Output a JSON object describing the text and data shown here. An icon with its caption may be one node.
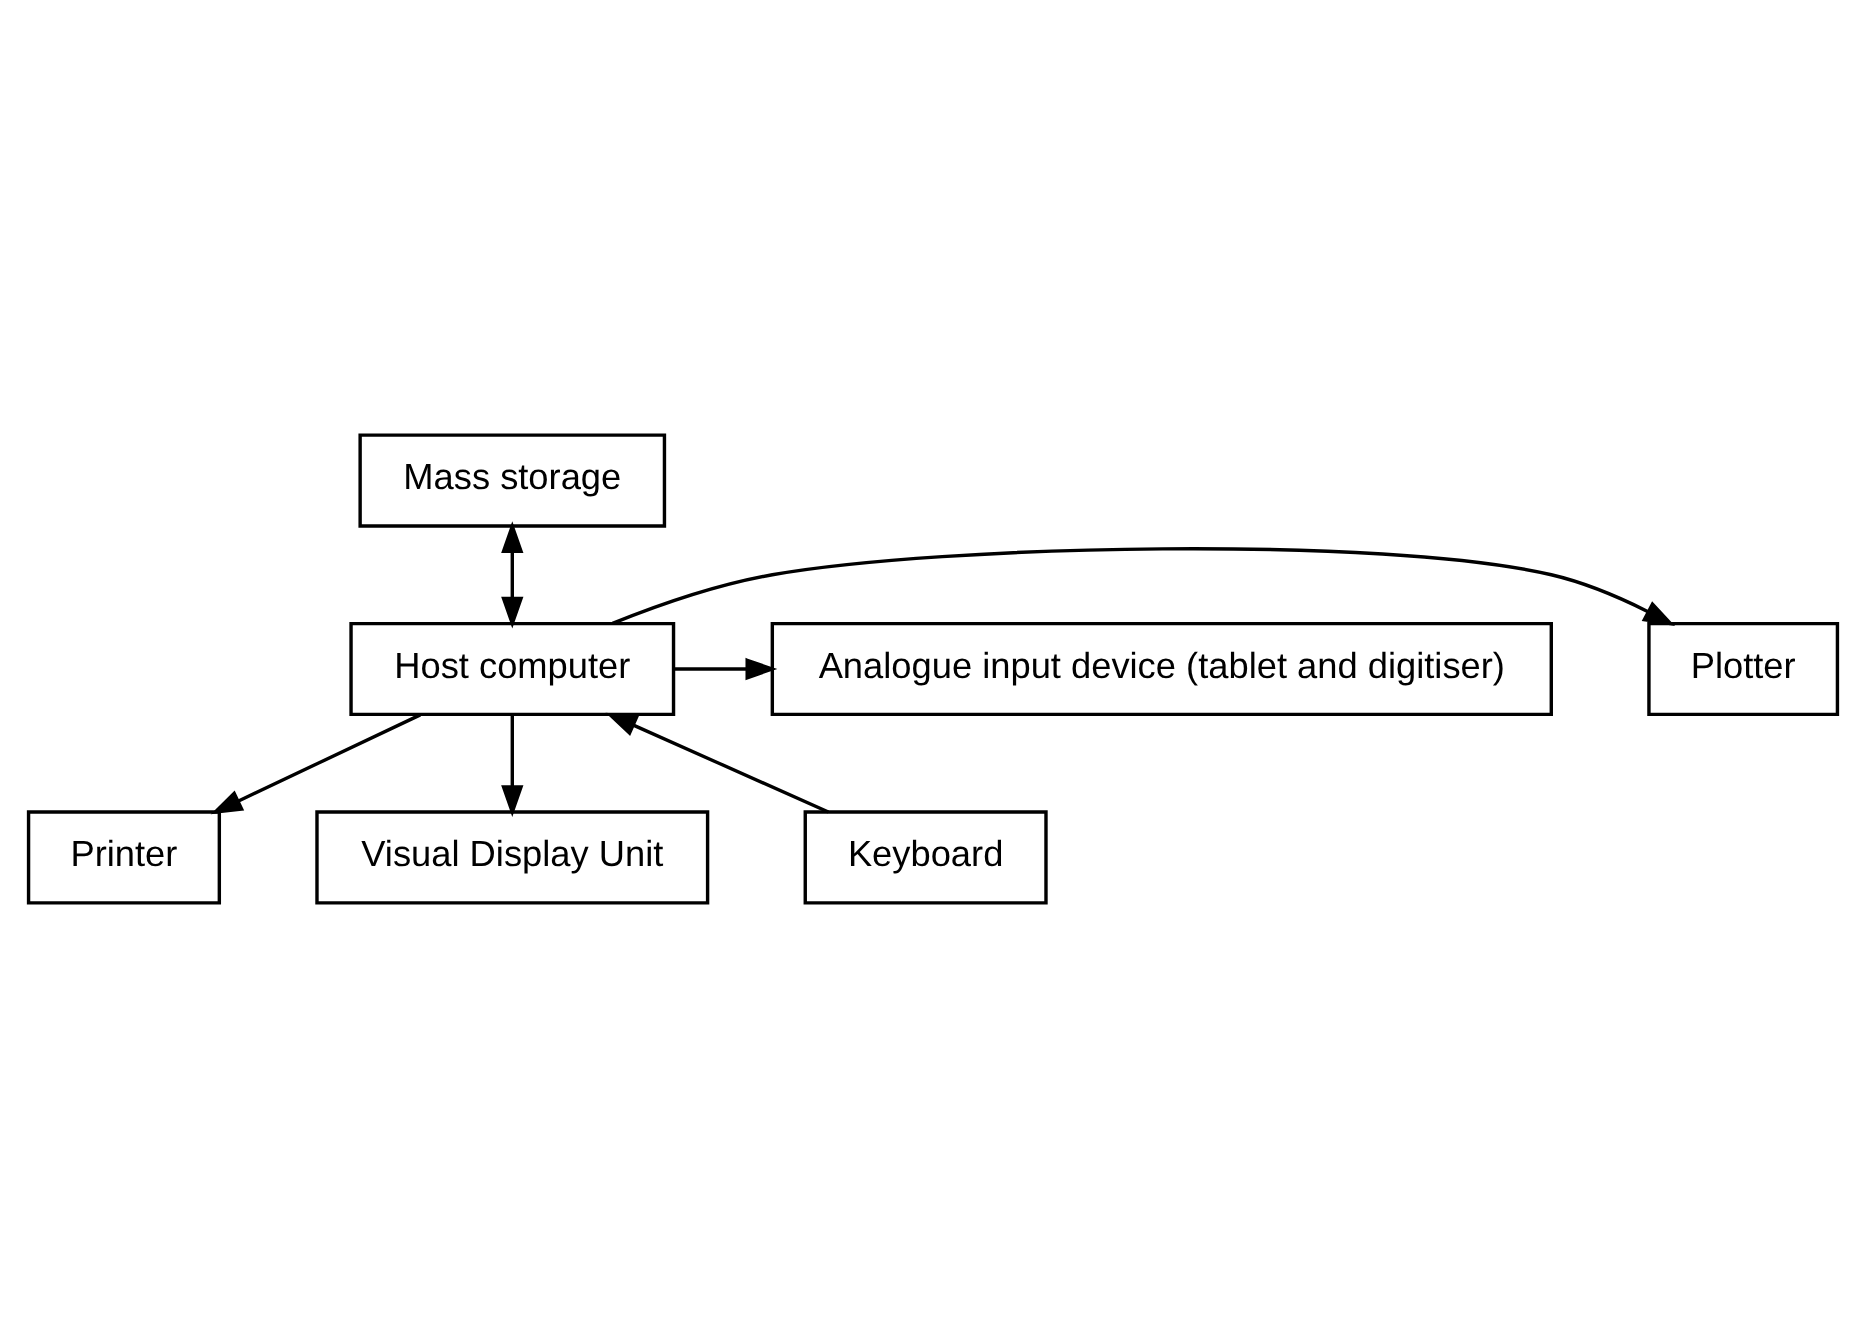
{
  "diagram": {
    "nodes": [
      {
        "text": [
          "Mass storage"
        ]
      },
      {
        "text": [
          "Plotter"
        ]
      },
      {
        "text": [
          "Host computer"
        ]
      },
      {
        "text": [
          "Analogue input device (tablet and digitiser)"
        ]
      },
      {
        "text": [
          "Printer"
        ]
      },
      {
        "text": [
          "Keyboard"
        ]
      },
      {
        "text": [
          "Visual Display Unit"
        ]
      }
    ],
    "edges": [
      {
        "from": 0,
        "to": 2,
        "arrow": "both"
      },
      {
        "from": 2,
        "to": 1,
        "arrow": "to"
      },
      {
        "from": 2,
        "to": 3,
        "arrow": "to"
      },
      {
        "from": 2,
        "to": 4,
        "arrow": "to"
      },
      {
        "from": 5,
        "to": 2,
        "arrow": "to"
      },
      {
        "from": 2,
        "to": 6,
        "arrow": "to"
      }
    ]
  }
}
